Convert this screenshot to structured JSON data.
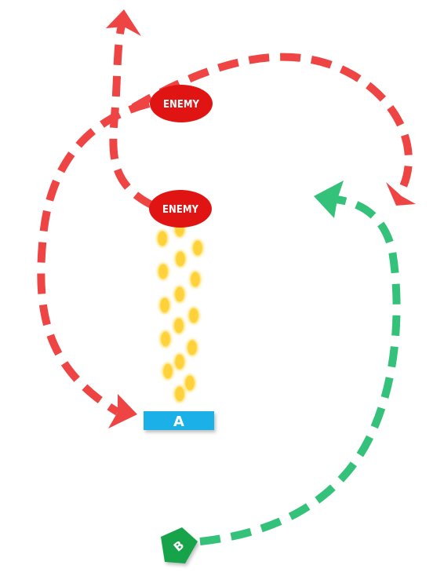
{
  "colors": {
    "enemy_path": "#ef4444",
    "enemy_fill": "#e11414",
    "ally_path": "#34c17a",
    "marker_a": "#1ab0e8",
    "marker_b": "#16a34a",
    "bullet": "#ffd23a"
  },
  "enemies": [
    {
      "id": "enemy-1",
      "label": "ENEMY"
    },
    {
      "id": "enemy-2",
      "label": "ENEMY"
    }
  ],
  "marker_a": {
    "label": "A"
  },
  "marker_b": {
    "label": "B"
  },
  "icons": [
    "arrow-head-icon",
    "bullet-icon"
  ]
}
